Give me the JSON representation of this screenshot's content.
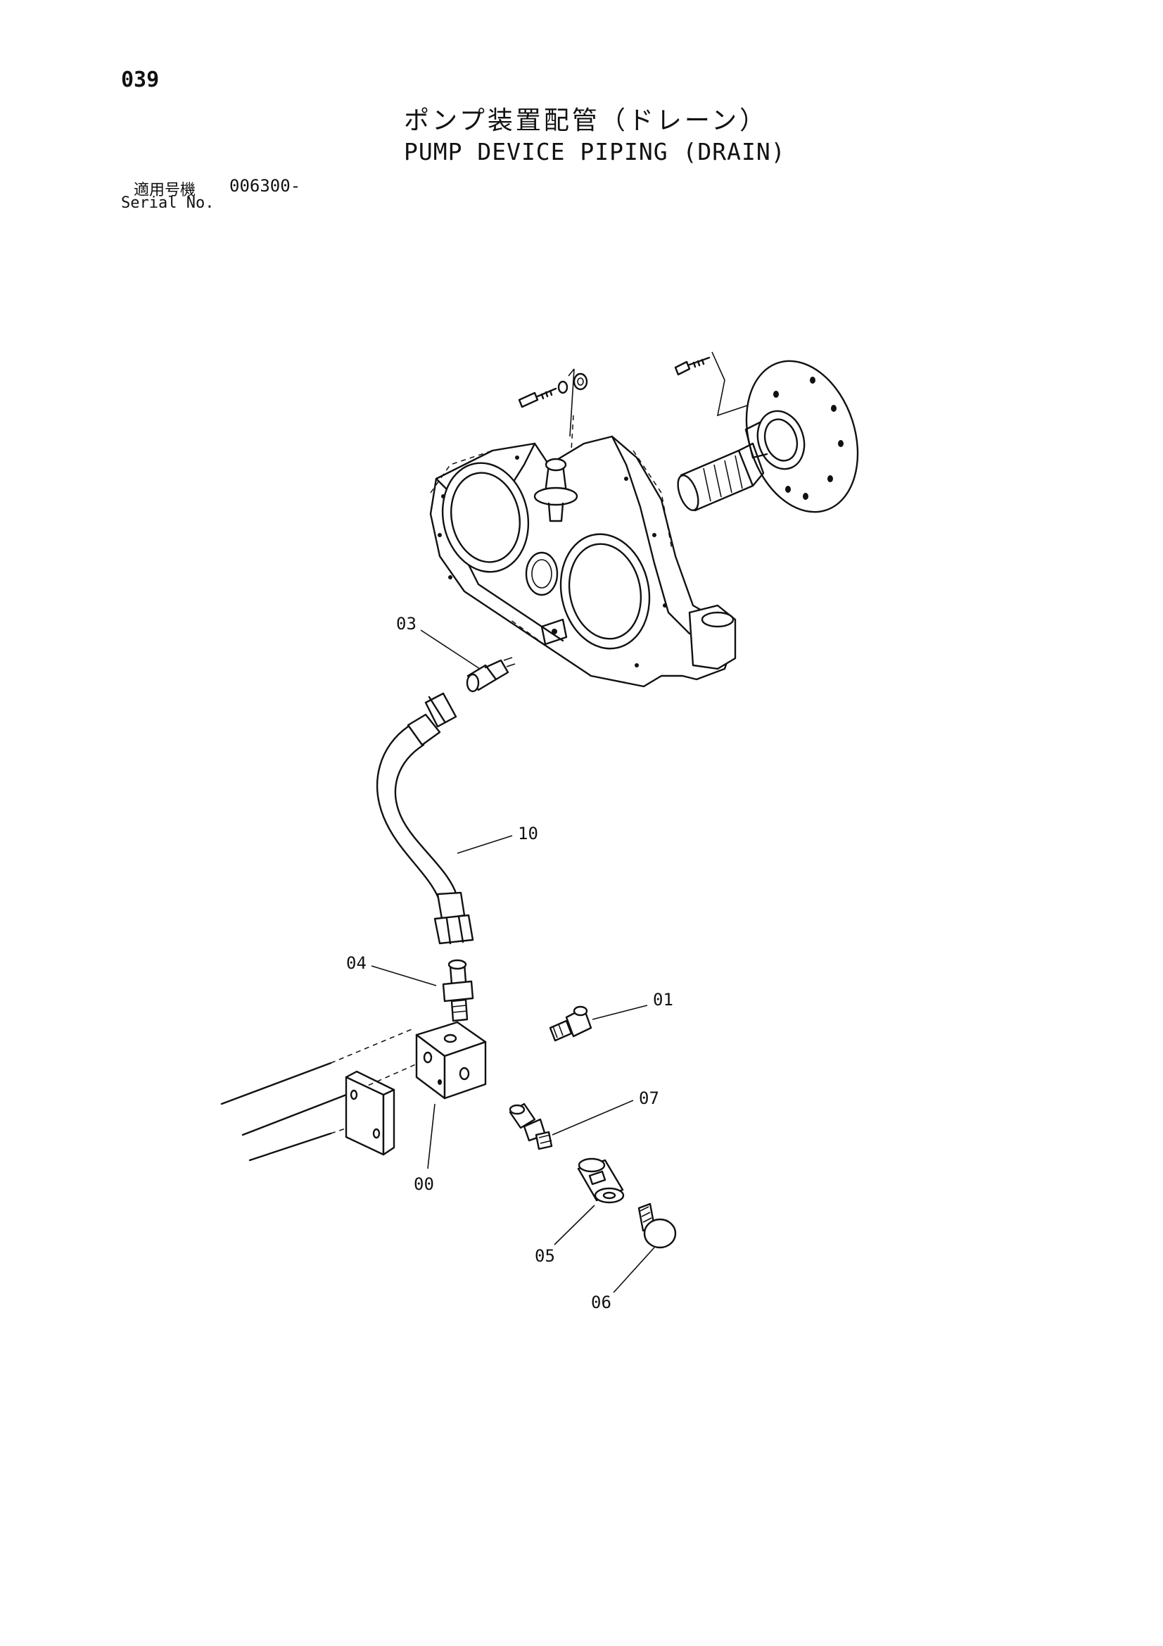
{
  "page": {
    "number": "039"
  },
  "title": {
    "japanese": "ポンプ装置配管（ドレーン）",
    "english": "PUMP DEVICE PIPING (DRAIN)"
  },
  "serial": {
    "label_ja": "適用号機",
    "label_en": "Serial No.",
    "value": "006300-"
  },
  "callouts": [
    "03",
    "10",
    "04",
    "01",
    "07",
    "00",
    "05",
    "06"
  ]
}
